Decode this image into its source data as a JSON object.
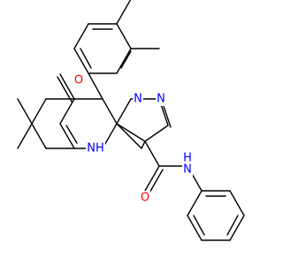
{
  "molecule": {
    "colors": {
      "bond": "#000000",
      "carbon": "#000000",
      "oxygen": "#ff0000",
      "nitrogen": "#0000ff",
      "background": "#ffffff"
    },
    "atom_labels": {
      "o_ketone": "O",
      "o_amide": "O",
      "n_pyrazole": "N",
      "n_bridge": "N",
      "nh_ring": "NH",
      "nh_amide": "H",
      "n_amide": "N"
    }
  }
}
